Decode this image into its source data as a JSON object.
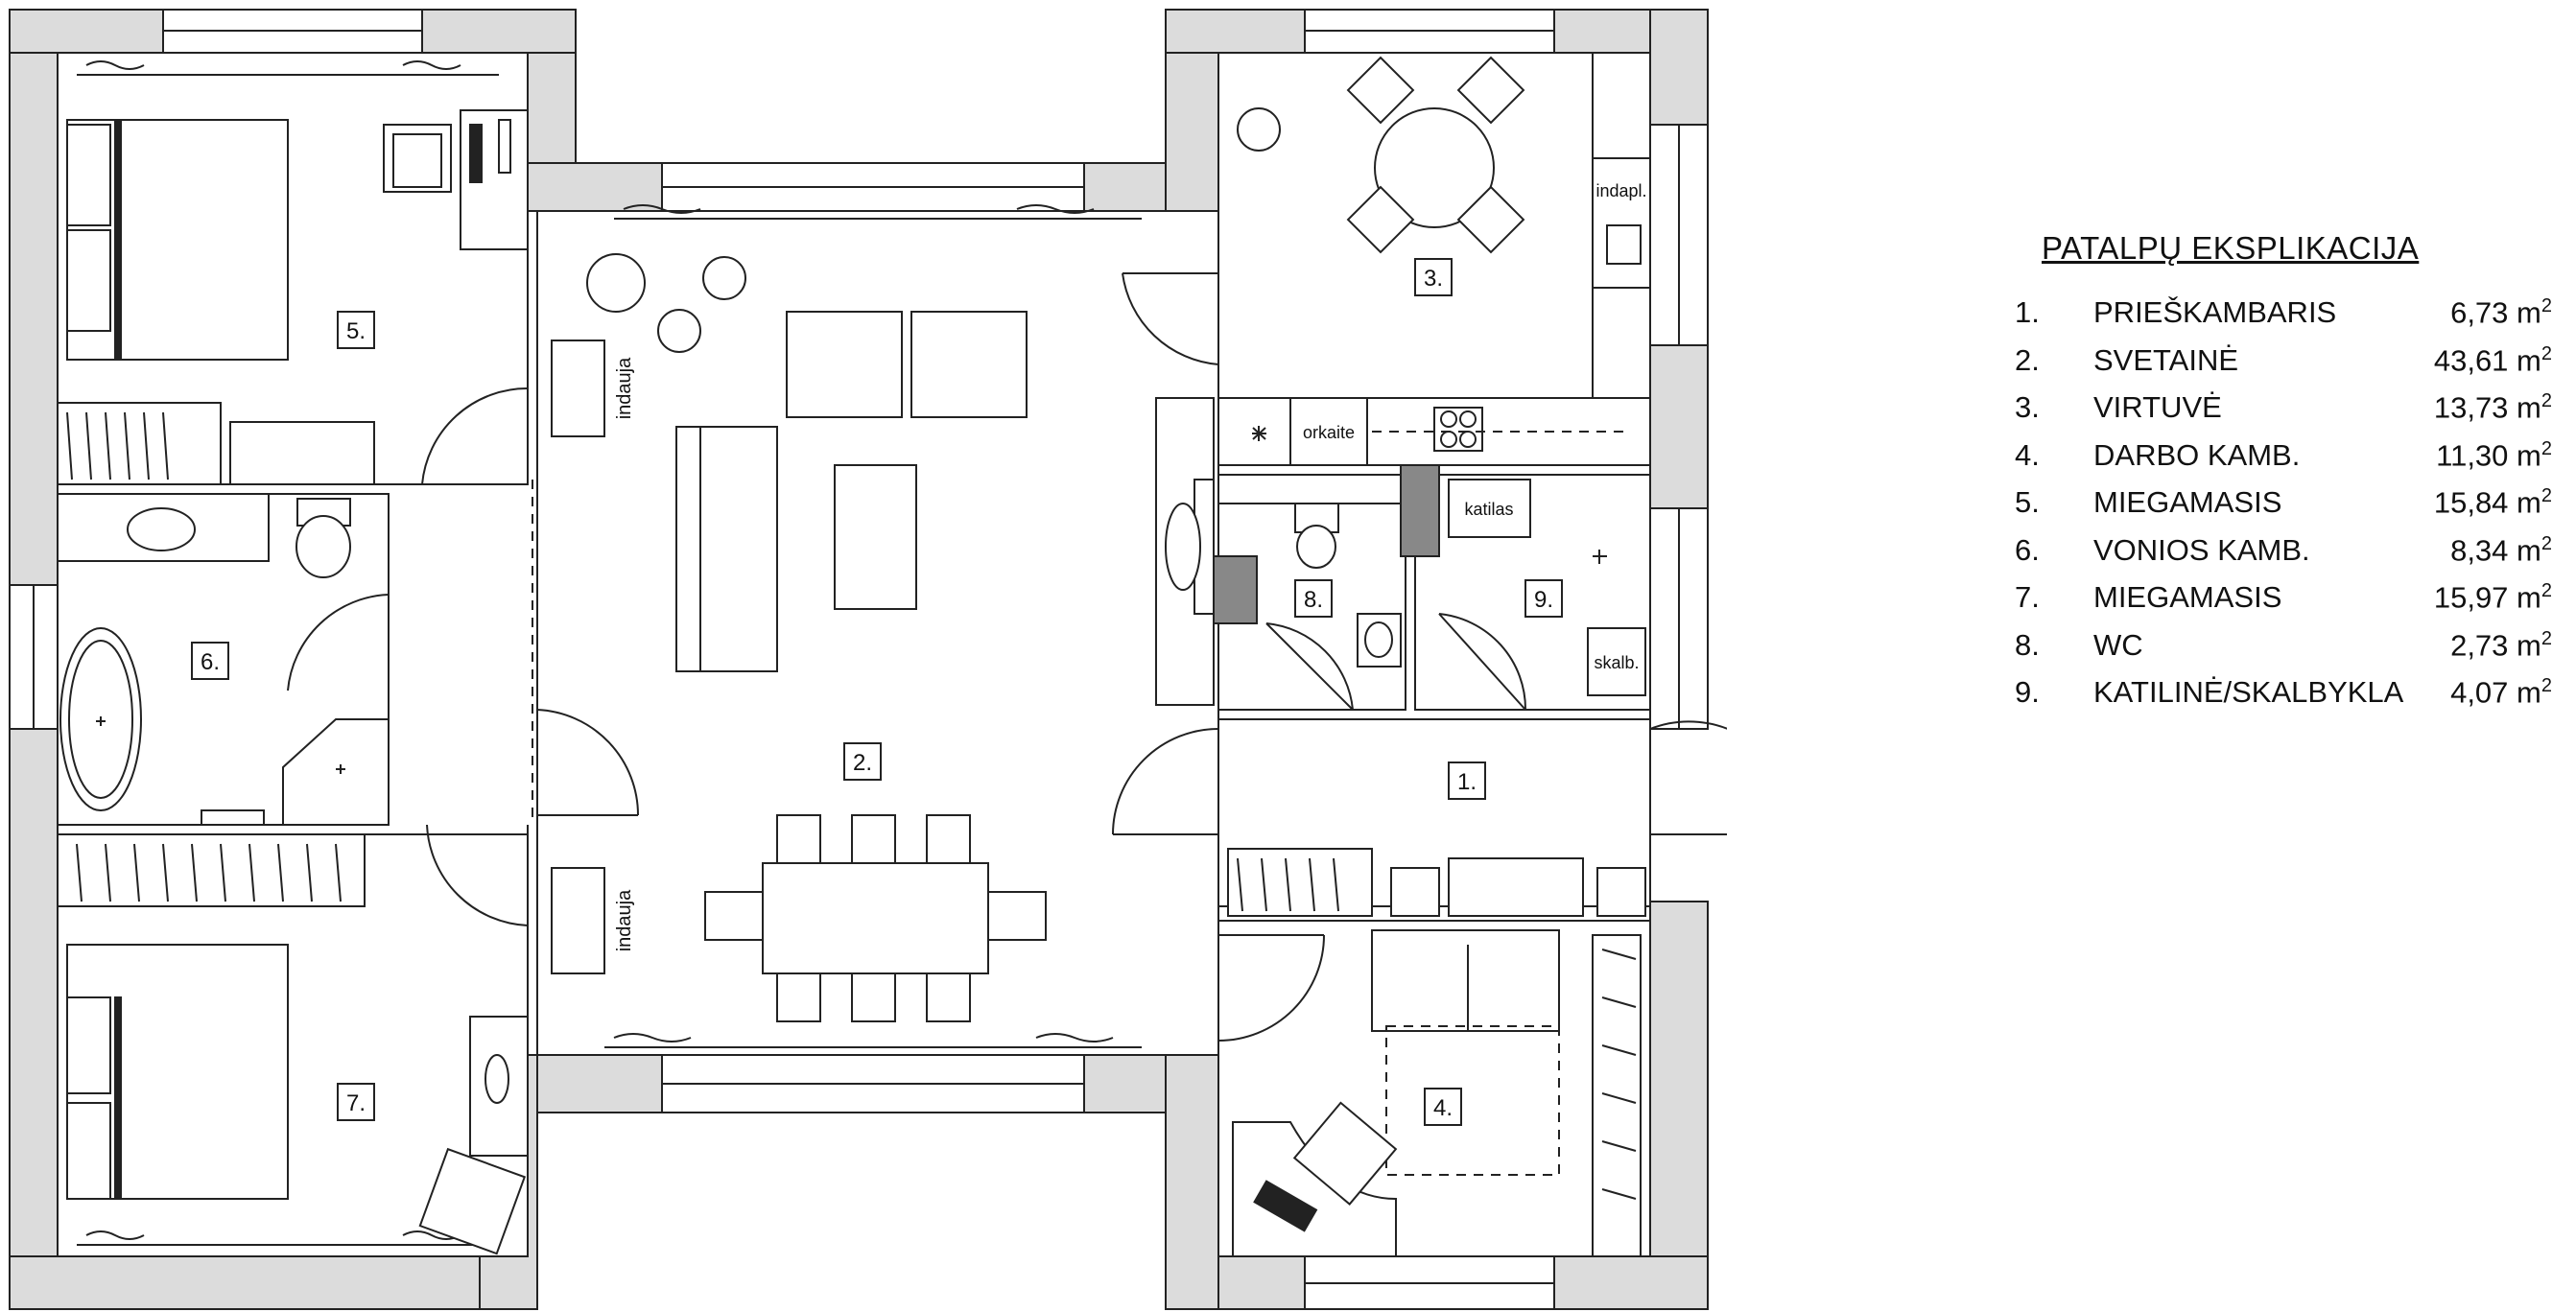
{
  "legend": {
    "title": "PATALPŲ EKSPLIKACIJA",
    "unit": "m",
    "unit_exp": "2",
    "rooms": [
      {
        "num": "1.",
        "name": "PRIEŠKAMBARIS",
        "area": "6,73"
      },
      {
        "num": "2.",
        "name": "SVETAINĖ",
        "area": "43,61"
      },
      {
        "num": "3.",
        "name": "VIRTUVĖ",
        "area": "13,73"
      },
      {
        "num": "4.",
        "name": "DARBO KAMB.",
        "area": "11,30"
      },
      {
        "num": "5.",
        "name": "MIEGAMASIS",
        "area": "15,84"
      },
      {
        "num": "6.",
        "name": "VONIOS KAMB.",
        "area": "8,34"
      },
      {
        "num": "7.",
        "name": "MIEGAMASIS",
        "area": "15,97"
      },
      {
        "num": "8.",
        "name": "WC",
        "area": "2,73"
      },
      {
        "num": "9.",
        "name": "KATILINĖ/SKALBYKLA",
        "area": "4,07"
      }
    ]
  },
  "plan": {
    "room_tags": {
      "r1": "1.",
      "r2": "2.",
      "r3": "3.",
      "r4": "4.",
      "r5": "5.",
      "r6": "6.",
      "r7": "7.",
      "r8": "8.",
      "r9": "9."
    },
    "labels": {
      "indauja_top": "indauja",
      "indauja_bottom": "indauja",
      "indapl": "indapl.",
      "orkaite": "orkaite",
      "katilas": "katilas",
      "skalb": "skalb."
    }
  }
}
